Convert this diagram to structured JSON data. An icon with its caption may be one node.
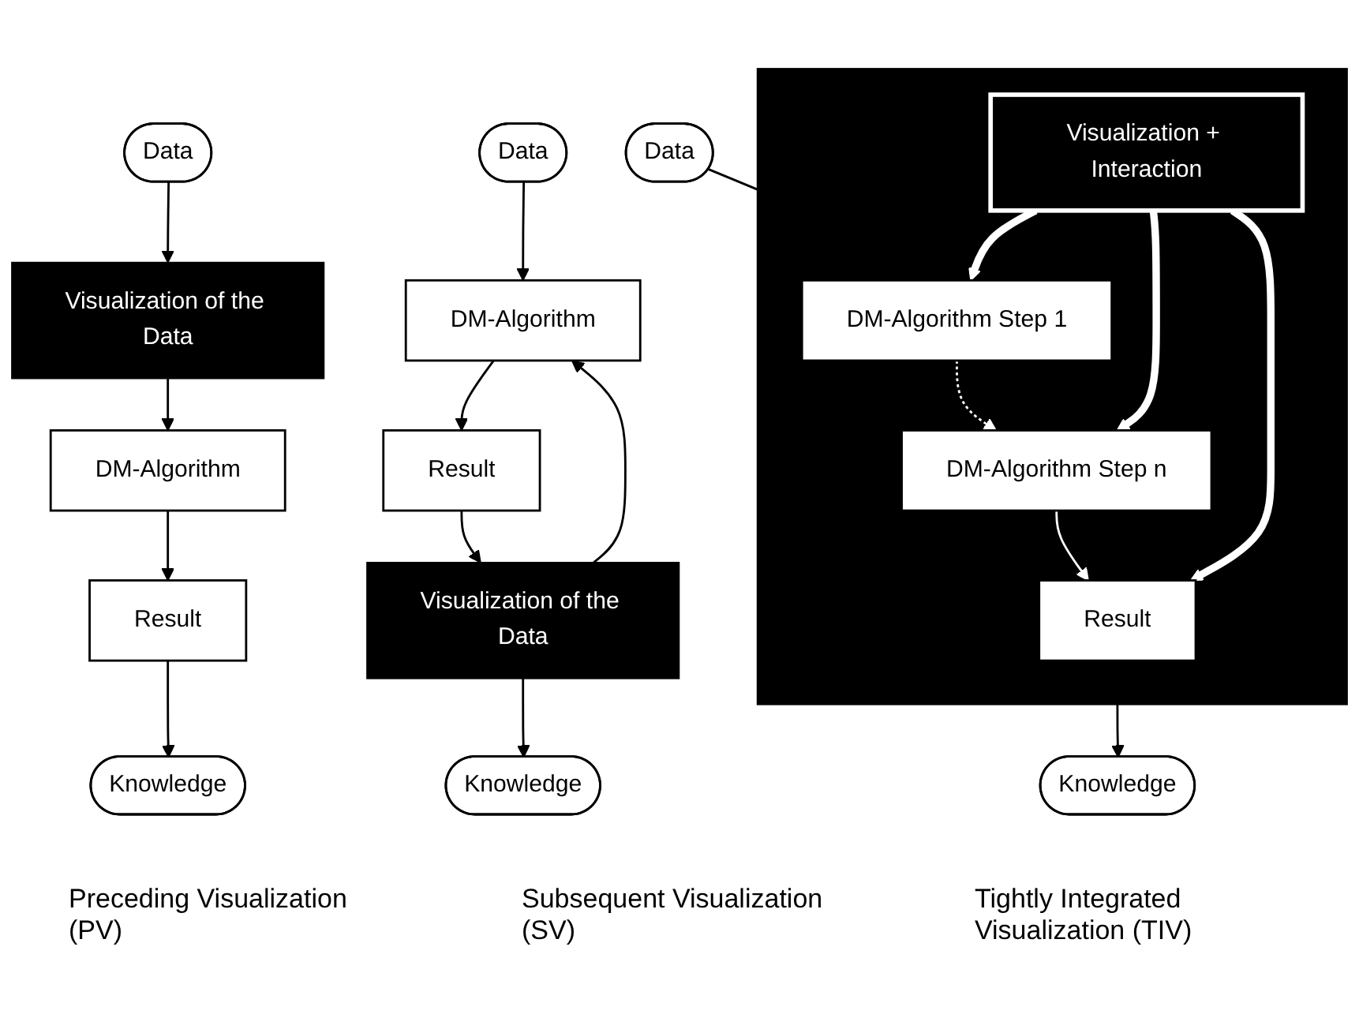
{
  "diagram": {
    "nodes": [
      {
        "text": [
          "Data"
        ]
      },
      {
        "text": [
          "Visualization of the Data"
        ]
      },
      {
        "text": [
          "DM-Algorithm"
        ]
      },
      {
        "text": [
          "Result"
        ]
      },
      {
        "text": [
          "Knowledge"
        ]
      },
      {
        "text": [
          "Data"
        ]
      },
      {
        "text": [
          "DM-Algorithm"
        ]
      },
      {
        "text": [
          "Result"
        ]
      },
      {
        "text": [
          "Visualization of the Data"
        ]
      },
      {
        "text": [
          "Knowledge"
        ]
      },
      {
        "text": [
          "Data"
        ]
      },
      {
        "text": [],
        "shape": "box"
      },
      {
        "text": [
          "DM-Algorithm Step 1"
        ],
        "in": 11
      },
      {
        "text": [
          "DM-Algorithm Step n"
        ],
        "in": 11
      },
      {
        "text": [
          "Result"
        ],
        "in": 11
      },
      {
        "text": [
          "Visualization + Interaction"
        ],
        "in": 11
      },
      {
        "text": [
          "Knowledge"
        ]
      }
    ],
    "edges": [
      {
        "from": 0,
        "to": 1,
        "arrow": "to"
      },
      {
        "from": 1,
        "to": 2,
        "arrow": "to"
      },
      {
        "from": 2,
        "to": 3,
        "arrow": "to"
      },
      {
        "from": 3,
        "to": 4,
        "arrow": "to"
      },
      {
        "from": 5,
        "to": 6,
        "arrow": "to"
      },
      {
        "from": 6,
        "to": 7,
        "arrow": "to"
      },
      {
        "from": 7,
        "to": 8,
        "arrow": "to"
      },
      {
        "from": 8,
        "to": 9,
        "arrow": "to"
      },
      {
        "from": 8,
        "to": 6,
        "arrow": "to"
      },
      {
        "from": 10,
        "to": 12,
        "arrow": "to"
      },
      {
        "from": 12,
        "to": 13,
        "arrow": "to",
        "style": "dashed",
        "color": "#ffffff"
      },
      {
        "from": 13,
        "to": 14,
        "arrow": "to",
        "color": "#ffffff"
      },
      {
        "from": 14,
        "to": 16,
        "arrow": "to"
      },
      {
        "from": 15,
        "to": 12,
        "arrow": "to",
        "style": "thick",
        "color": "#ffffff"
      },
      {
        "from": 15,
        "to": 13,
        "arrow": "to",
        "style": "thick",
        "color": "#ffffff"
      },
      {
        "from": 15,
        "to": 14,
        "arrow": "to",
        "style": "thick",
        "color": "#ffffff"
      }
    ],
    "labels": [
      "Preceding Visualization (PV)",
      "Subsequent Visualization (SV)",
      "Tightly Integrated Visualization (TIV)"
    ]
  }
}
